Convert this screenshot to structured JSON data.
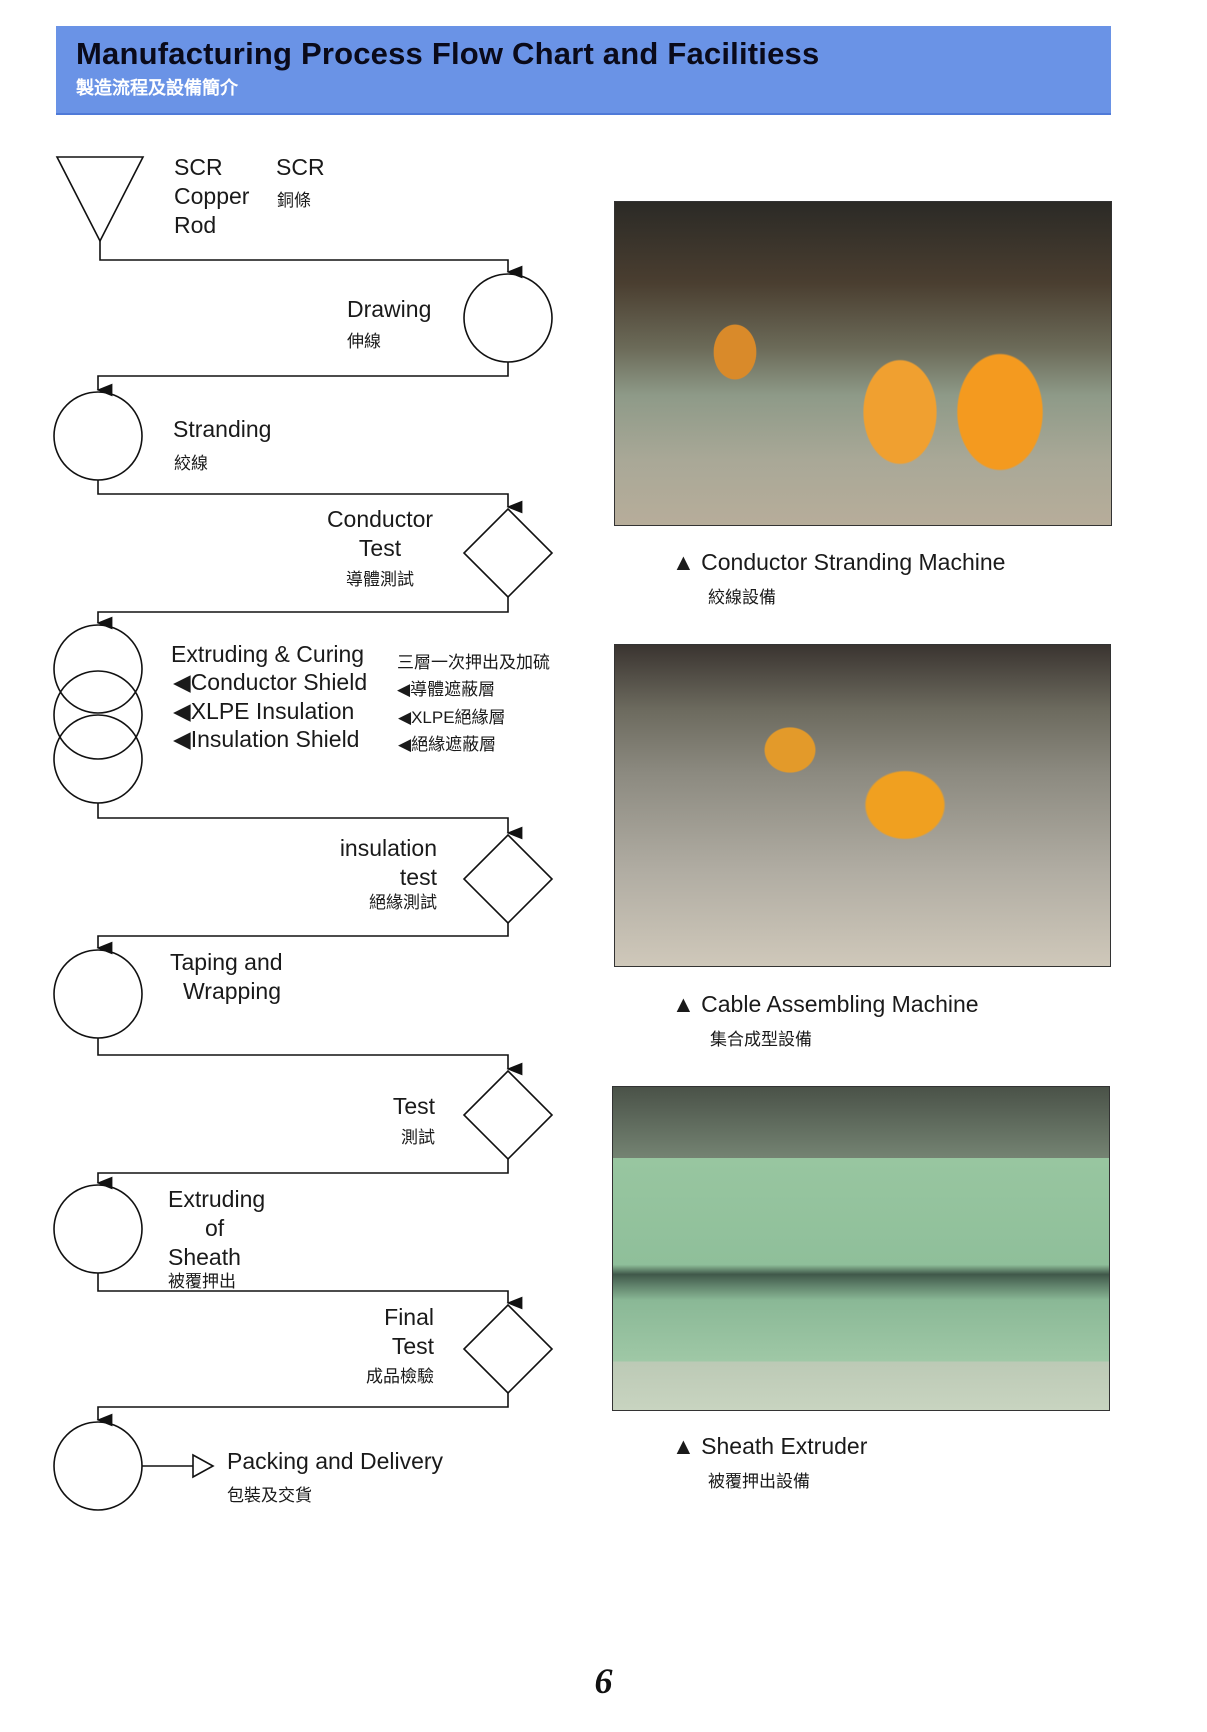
{
  "header": {
    "title": "Manufacturing Process Flow Chart and Facilitiess",
    "subtitle": "製造流程及設備簡介"
  },
  "flow": {
    "scr": {
      "l1": "SCR",
      "l2": "Copper",
      "l3": "Rod",
      "zh1": "SCR",
      "zh2": "銅條"
    },
    "drawing": {
      "en": "Drawing",
      "zh": "伸線"
    },
    "stranding": {
      "en": "Stranding",
      "zh": "絞線"
    },
    "conductor_test": {
      "l1": "Conductor",
      "l2": "Test",
      "zh": "導體測試"
    },
    "extruding": {
      "en": "Extruding & Curing",
      "zh": "三層一次押出及加硫",
      "items": [
        {
          "en": "◀Conductor Shield",
          "zh": "◀導體遮蔽層"
        },
        {
          "en": "◀XLPE Insulation",
          "zh": "◀XLPE絕緣層"
        },
        {
          "en": "◀Insulation Shield",
          "zh": "◀絕緣遮蔽層"
        }
      ]
    },
    "insulation_test": {
      "l1": "insulation",
      "l2": "test",
      "zh": "絕緣測試"
    },
    "taping": {
      "l1": "Taping and",
      "l2": "Wrapping"
    },
    "test": {
      "en": "Test",
      "zh": "測試"
    },
    "sheath": {
      "l1": "Extruding",
      "l2": "of",
      "l3": "Sheath",
      "zh": "被覆押出"
    },
    "final_test": {
      "l1": "Final",
      "l2": "Test",
      "zh": "成品檢驗"
    },
    "packing": {
      "en": "Packing and Delivery",
      "zh": "包裝及交貨"
    }
  },
  "photos": [
    {
      "caption": "▲ Conductor Stranding Machine",
      "caption_zh": "絞線設備"
    },
    {
      "caption": "▲ Cable Assembling Machine",
      "caption_zh": "集合成型設備"
    },
    {
      "caption": "▲ Sheath Extruder",
      "caption_zh": "被覆押出設備"
    }
  ],
  "page_number": "6"
}
